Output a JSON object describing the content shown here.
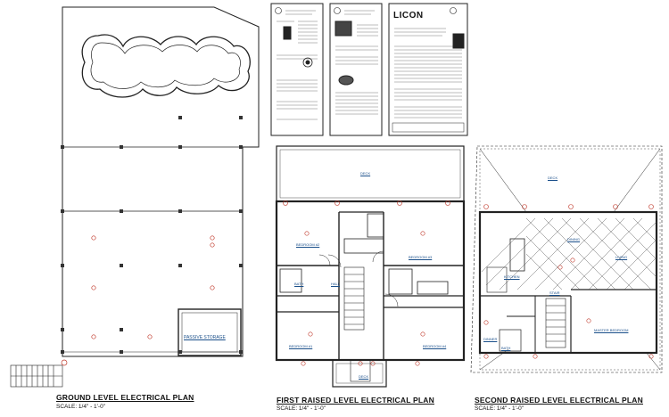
{
  "plans": [
    {
      "title": "GROUND LEVEL ELECTRICAL PLAN",
      "scale": "SCALE: 1/4\" - 1'-0\""
    },
    {
      "title": "FIRST RAISED LEVEL ELECTRICAL PLAN",
      "scale": "SCALE: 1/4\" - 1'-0\""
    },
    {
      "title": "SECOND RAISED LEVEL ELECTRICAL PLAN",
      "scale": "SCALE: 1/4\" - 1'-0\""
    }
  ],
  "rooms": {
    "ground": {
      "storage": "PASSIVE STORAGE"
    },
    "first": {
      "deck_top": "DECK",
      "bedroom2": "BEDROOM #2",
      "bedroom3": "BEDROOM #3",
      "bath": "BATH",
      "hall": "HALL",
      "bedroom1": "BEDROOM #1",
      "bedroom4": "BEDROOM #4",
      "deck_bottom": "DECK"
    },
    "second": {
      "deck": "DECK",
      "dining": "DINING",
      "living": "LIVING",
      "kitchen": "KITCHEN",
      "stair": "STAIR",
      "master": "MASTER BEDROOM",
      "dinner": "DINNER",
      "bath": "BATH"
    }
  },
  "spec_sheets": {
    "brand": "LICON"
  },
  "colors": {
    "line": "#222222",
    "room_label": "#1a4f8a",
    "fixture": "#c0392b"
  }
}
